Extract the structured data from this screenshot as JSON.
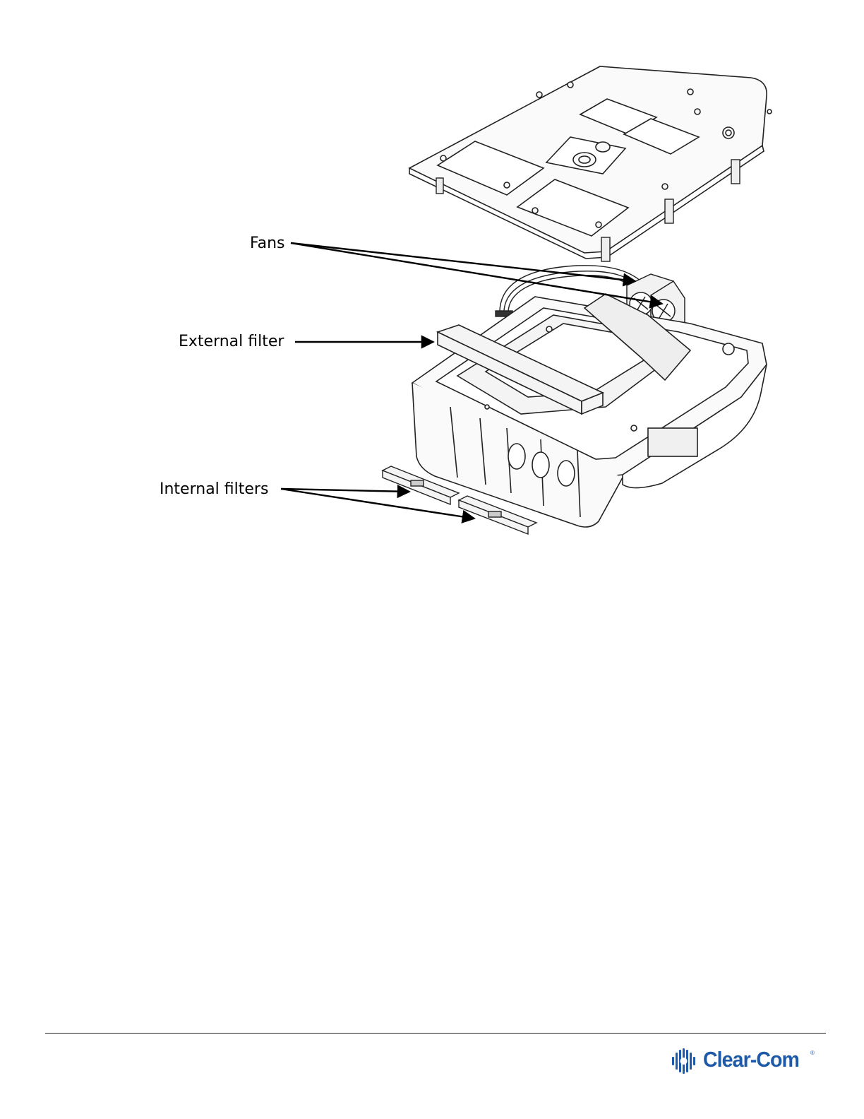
{
  "figure": {
    "callouts": {
      "fans": "Fans",
      "external_filter": "External filter",
      "internal_filters": "Internal filters"
    }
  },
  "footer": {
    "logo_text": "Clear-Com",
    "logo_mark": "®",
    "brand_color": "#1e5aa8"
  }
}
